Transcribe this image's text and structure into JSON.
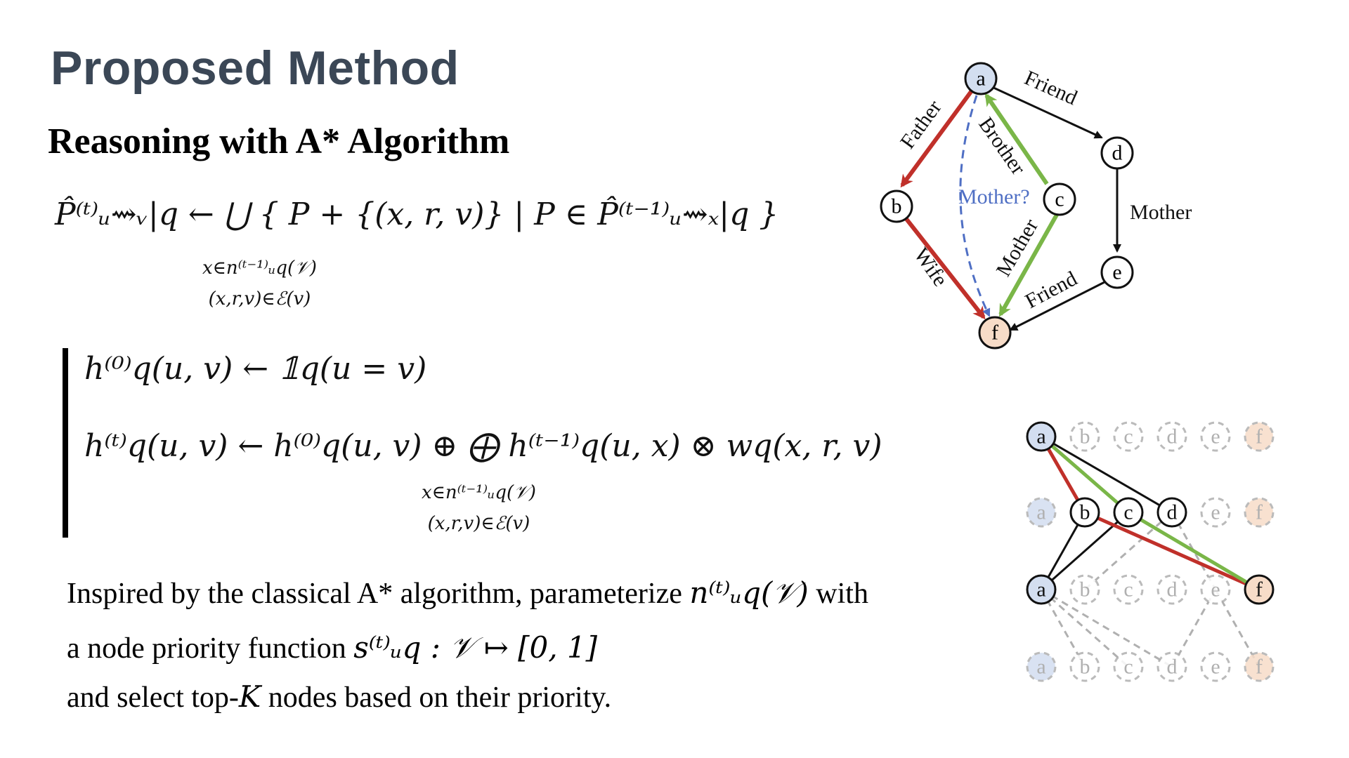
{
  "slide": {
    "title": "Proposed Method",
    "subtitle": "Reasoning with A* Algorithm"
  },
  "formulas": {
    "path_update": "P̂⁽ᵗ⁾ᵤ⇝ᵥ|q ← ⋃ { P + {(x, r, v)} | P ∈ P̂⁽ᵗ⁻¹⁾ᵤ⇝ₓ|q }",
    "path_update_sub1": "x∈n⁽ᵗ⁻¹⁾ᵤq(𝒱)",
    "path_update_sub2": "(x,r,v)∈ℰ(v)",
    "init": "h⁽⁰⁾q(u, v) ← 𝟙q(u = v)",
    "update": "h⁽ᵗ⁾q(u, v) ← h⁽⁰⁾q(u, v) ⊕ ⨁ h⁽ᵗ⁻¹⁾q(u, x) ⊗ wq(x, r, v)",
    "update_sub1": "x∈n⁽ᵗ⁻¹⁾ᵤq(𝒱)",
    "update_sub2": "(x,r,v)∈ℰ(v)"
  },
  "text": {
    "line1_a": "Inspired by the classical A* algorithm, parameterize ",
    "line1_math": "n⁽ᵗ⁾ᵤq(𝒱)",
    "line1_b": " with",
    "line2_a": "a node priority function ",
    "line2_math": "s⁽ᵗ⁾ᵤq : 𝒱 ↦ [0, 1]",
    "line3_a": "and select top-",
    "line3_math": "K",
    "line3_b": " nodes based on their priority."
  },
  "graph": {
    "nodes": [
      "a",
      "b",
      "c",
      "d",
      "e",
      "f"
    ],
    "edge_labels": {
      "a_d": "Friend",
      "a_b": "Father",
      "c_a": "Brother",
      "query": "Mother?",
      "d_e": "Mother",
      "b_f": "Wife",
      "c_f": "Mother",
      "e_f": "Friend"
    },
    "colors": {
      "red": "#c0302a",
      "green": "#7ab648",
      "blue": "#4f6fc4",
      "node_a": "#d3def0",
      "node_f": "#f7dcc8",
      "faded": "#b0b0b0"
    }
  },
  "grid": {
    "rows": [
      [
        "a",
        "b",
        "c",
        "d",
        "e",
        "f"
      ],
      [
        "a",
        "b",
        "c",
        "d",
        "e",
        "f"
      ],
      [
        "a",
        "b",
        "c",
        "d",
        "e",
        "f"
      ],
      [
        "a",
        "b",
        "c",
        "d",
        "e",
        "f"
      ]
    ]
  }
}
